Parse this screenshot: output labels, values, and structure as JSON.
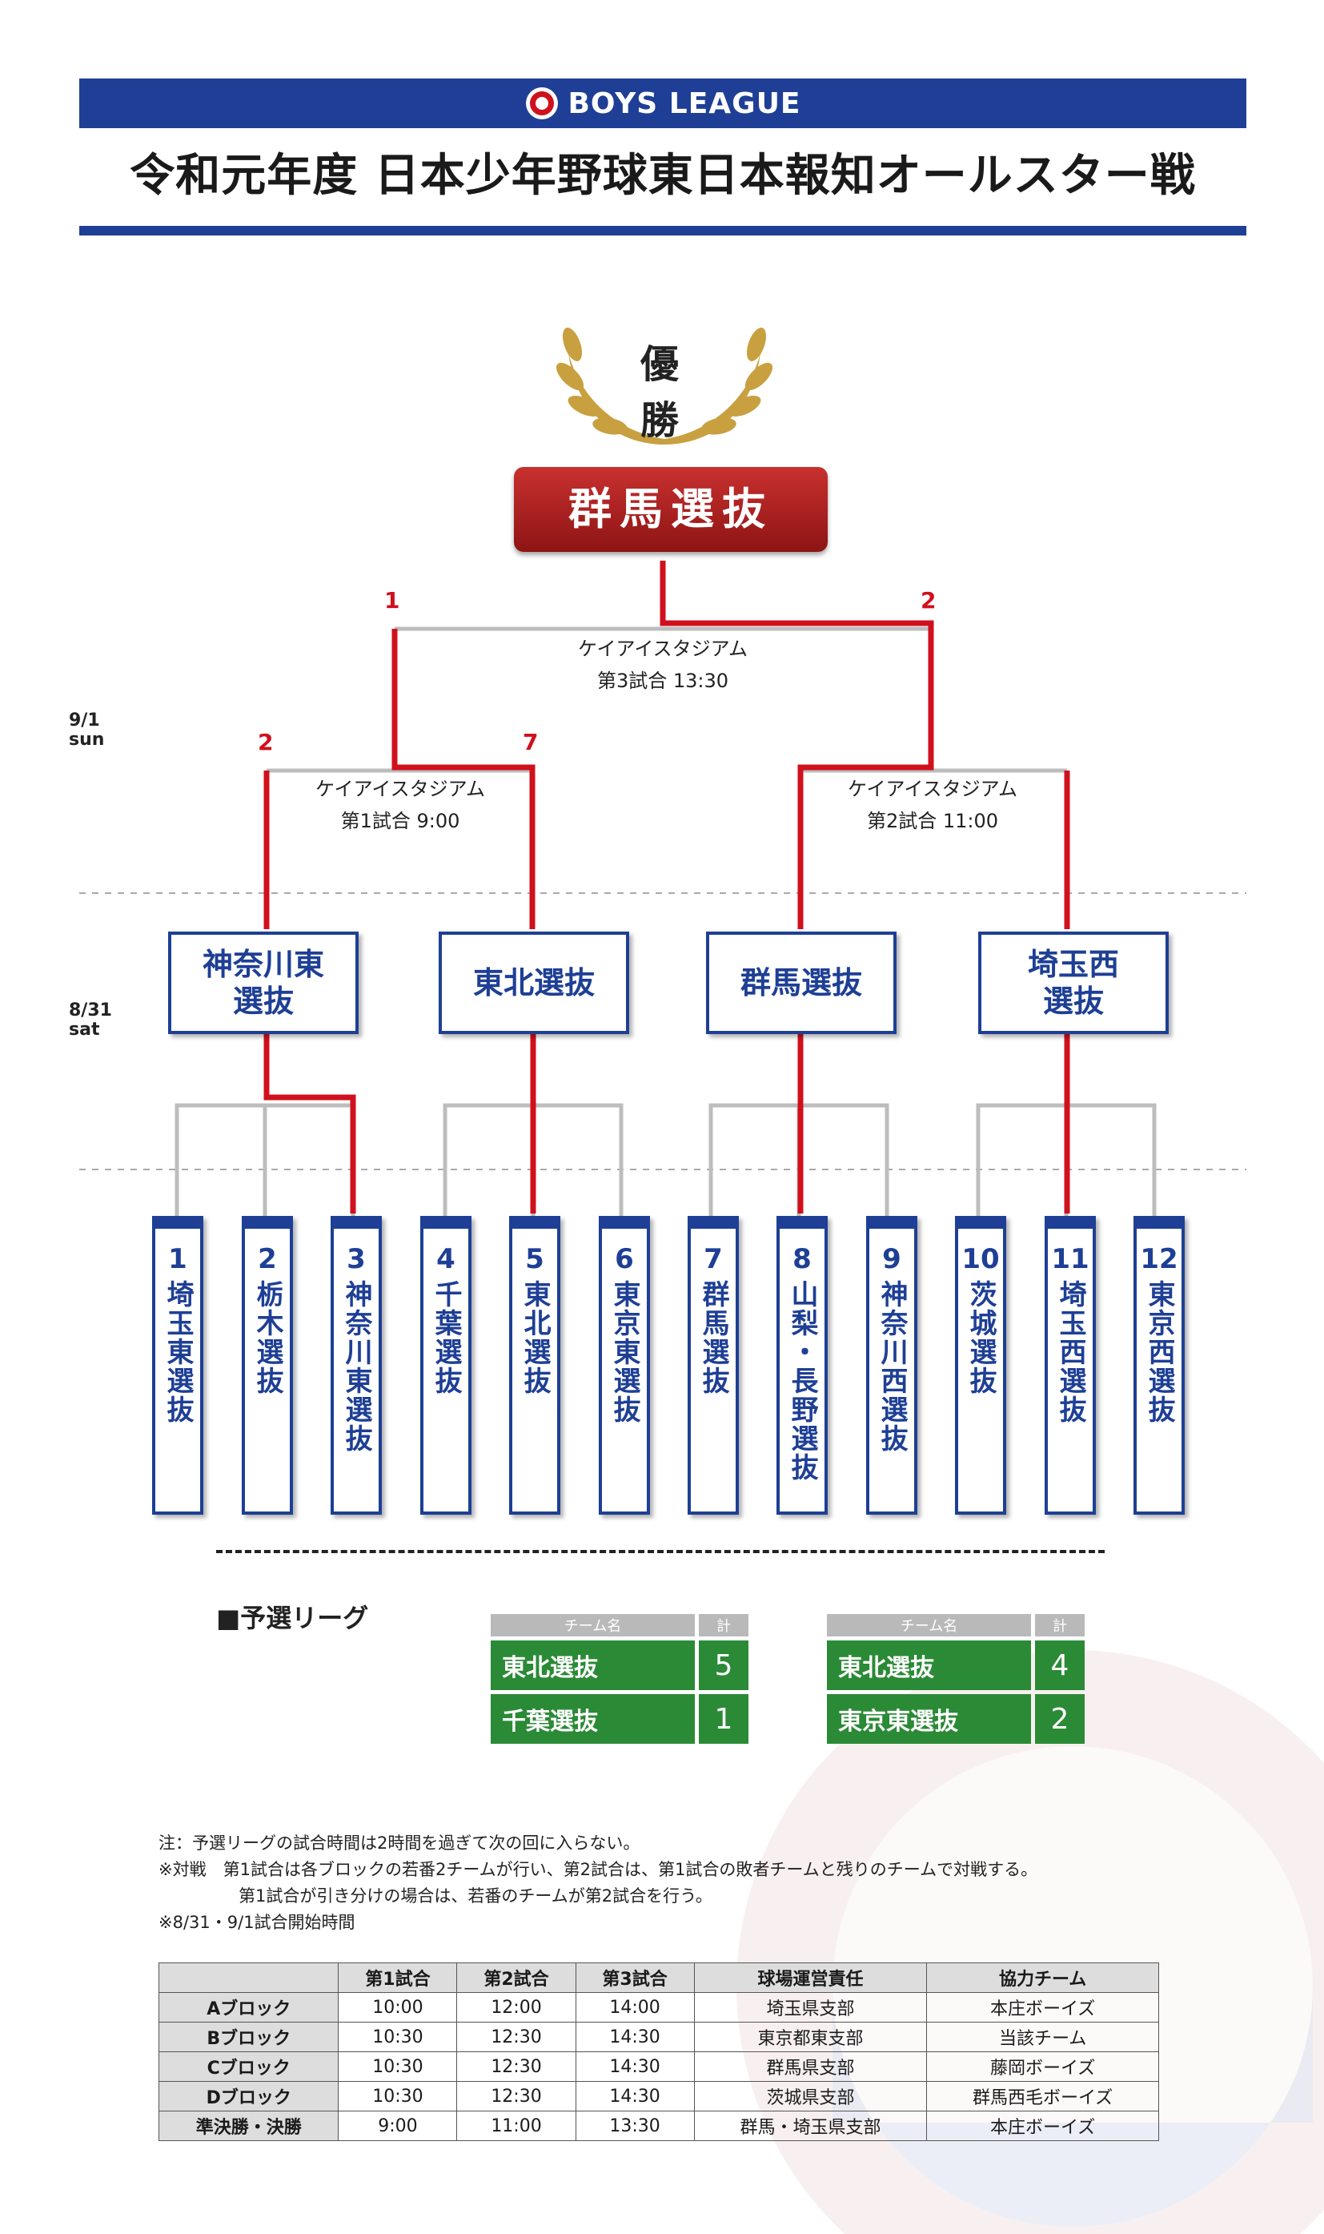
{
  "banner": {
    "logo_text": "BOYS LEAGUE"
  },
  "title": "令和元年度 日本少年野球東日本報知オールスター戦",
  "champion": {
    "label": "優 勝",
    "team": "群馬選抜"
  },
  "days": [
    {
      "date": "9/1",
      "weekday": "sun"
    },
    {
      "date": "8/31",
      "weekday": "sat"
    }
  ],
  "final": {
    "venue": "ケイアイスタジアム",
    "match": "第3試合 13:30",
    "left_score": "1",
    "right_score": "2"
  },
  "semis": [
    {
      "venue": "ケイアイスタジアム",
      "match": "第1試合 9:00",
      "left_score": "2",
      "right_score": "7"
    },
    {
      "venue": "ケイアイスタジアム",
      "match": "第2試合 11:00"
    }
  ],
  "block_winners": [
    {
      "name": "神奈川東\n選抜"
    },
    {
      "name": "東北選抜"
    },
    {
      "name": "群馬選抜"
    },
    {
      "name": "埼玉西\n選抜"
    }
  ],
  "teams": [
    {
      "num": "1",
      "name": "埼玉東選抜"
    },
    {
      "num": "2",
      "name": "栃木選抜"
    },
    {
      "num": "3",
      "name": "神奈川東選抜"
    },
    {
      "num": "4",
      "name": "千葉選抜"
    },
    {
      "num": "5",
      "name": "東北選抜"
    },
    {
      "num": "6",
      "name": "東京東選抜"
    },
    {
      "num": "7",
      "name": "群馬選抜"
    },
    {
      "num": "8",
      "name": "山梨・長野選抜"
    },
    {
      "num": "9",
      "name": "神奈川西選抜"
    },
    {
      "num": "10",
      "name": "茨城選抜"
    },
    {
      "num": "11",
      "name": "埼玉西選抜"
    },
    {
      "num": "12",
      "name": "東京西選抜"
    }
  ],
  "league": {
    "heading": "■予選リーグ",
    "col_team": "チーム名",
    "col_total": "計",
    "tables": [
      {
        "rows": [
          {
            "team": "東北選抜",
            "score": "5"
          },
          {
            "team": "千葉選抜",
            "score": "1"
          }
        ]
      },
      {
        "rows": [
          {
            "team": "東北選抜",
            "score": "4"
          },
          {
            "team": "東京東選抜",
            "score": "2"
          }
        ]
      }
    ]
  },
  "notes": [
    "注：予選リーグの試合時間は2時間を過ぎて次の回に入らない。",
    "※対戦　第1試合は各ブロックの若番2チームが行い、第2試合は、第1試合の敗者チームと残りのチームで対戦する。",
    "第1試合が引き分けの場合は、若番のチームが第2試合を行う。",
    "※8/31・9/1試合開始時間"
  ],
  "schedule": {
    "headers": [
      "",
      "第1試合",
      "第2試合",
      "第3試合",
      "球場運営責任",
      "協力チーム"
    ],
    "rows": [
      [
        "Aブロック",
        "10:00",
        "12:00",
        "14:00",
        "埼玉県支部",
        "本庄ボーイズ"
      ],
      [
        "Bブロック",
        "10:30",
        "12:30",
        "14:30",
        "東京都東支部",
        "当該チーム"
      ],
      [
        "Cブロック",
        "10:30",
        "12:30",
        "14:30",
        "群馬県支部",
        "藤岡ボーイズ"
      ],
      [
        "Dブロック",
        "10:30",
        "12:30",
        "14:30",
        "茨城県支部",
        "群馬西毛ボーイズ"
      ],
      [
        "準決勝・決勝",
        "9:00",
        "11:00",
        "13:30",
        "群馬・埼玉県支部",
        "本庄ボーイズ"
      ]
    ]
  },
  "colors": {
    "navy": "#1e3f95",
    "red": "#d0101c",
    "green": "#2b8a36"
  }
}
